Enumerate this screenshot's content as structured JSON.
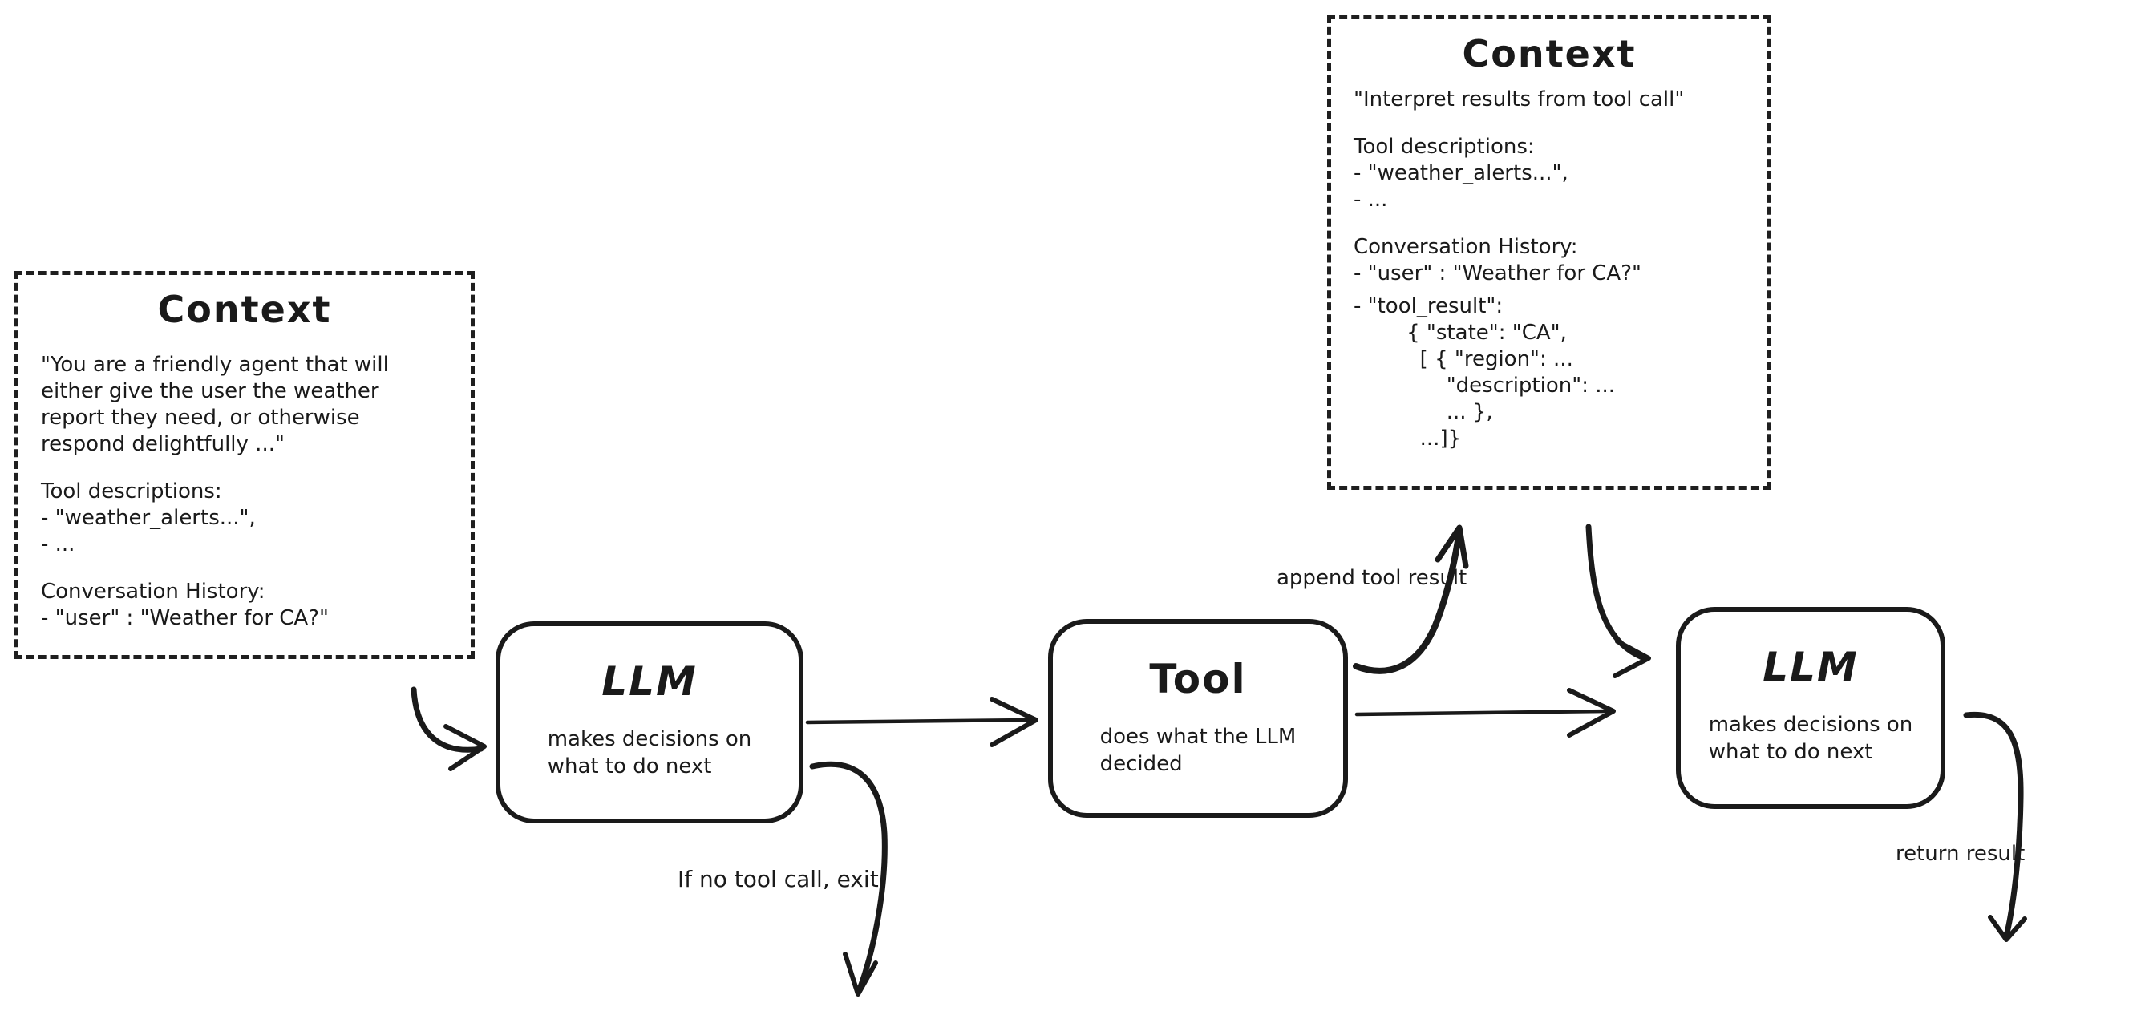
{
  "diagram": {
    "colors": {
      "ink": "#1a1a1a",
      "background": "#ffffff"
    },
    "context_left": {
      "title": "Context",
      "system_prompt": "\"You are a friendly agent that will either give the user the weather report they need, or otherwise respond delightfully ...\"",
      "tool_desc_heading": "Tool descriptions:",
      "tool_desc_items": [
        "- \"weather_alerts...\",",
        "- ..."
      ],
      "history_heading": "Conversation History:",
      "history_items": [
        "- \"user\" : \"Weather for CA?\""
      ]
    },
    "context_right": {
      "title": "Context",
      "instruction": "\"Interpret results from tool call\"",
      "tool_desc_heading": "Tool descriptions:",
      "tool_desc_items": [
        "- \"weather_alerts...\",",
        "- ..."
      ],
      "history_heading": "Conversation History:",
      "history_items": [
        "- \"user\" : \"Weather for CA?\"",
        "- \"tool_result\":",
        "        { \"state\": \"CA\",",
        "          [ { \"region\": ...",
        "              \"description\": ...",
        "              ... },",
        "          ...]}"
      ]
    },
    "nodes": {
      "llm1": {
        "title": "LLM",
        "subtitle": "makes decisions on\nwhat to do next"
      },
      "tool": {
        "title": "Tool",
        "subtitle": "does what the LLM\ndecided"
      },
      "llm2": {
        "title": "LLM",
        "subtitle": "makes decisions on\nwhat to do next"
      }
    },
    "labels": {
      "append_tool_result": "append tool result",
      "if_no_tool_call": "If no tool call, exit",
      "return_result": "return result"
    }
  }
}
